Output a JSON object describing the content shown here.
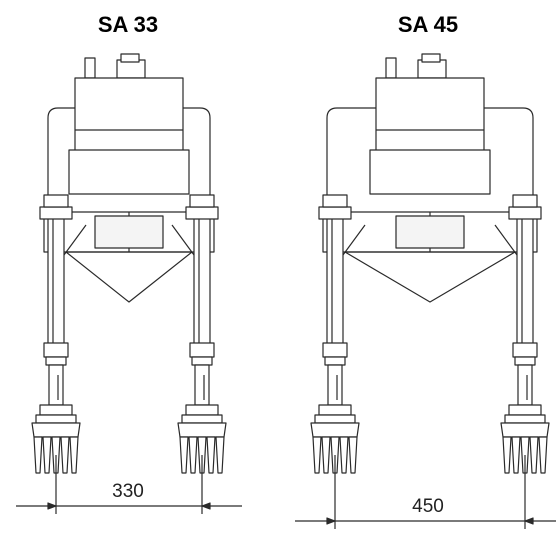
{
  "machines": [
    {
      "title": "SA 33",
      "dimension": "330"
    },
    {
      "title": "SA 45",
      "dimension": "450"
    }
  ],
  "colors": {
    "stroke": "#2a2a2a",
    "fill": "#ffffff",
    "shade": "#e8e8e8"
  }
}
